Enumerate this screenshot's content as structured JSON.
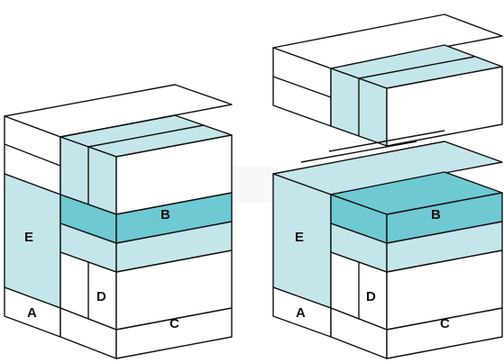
{
  "labels": {
    "left_cube": {
      "a": "A",
      "b": "B",
      "c": "C",
      "d": "D",
      "e": "E"
    },
    "right_cube": {
      "a": "A",
      "b": "B",
      "c": "C",
      "d": "D",
      "e": "E"
    }
  },
  "colors": {
    "outline": "#111111",
    "fill_white": "#ffffff",
    "fill_light_blue": "#c4e6ea",
    "fill_teal": "#6ec9d3",
    "watermark": "#e8eef2"
  }
}
